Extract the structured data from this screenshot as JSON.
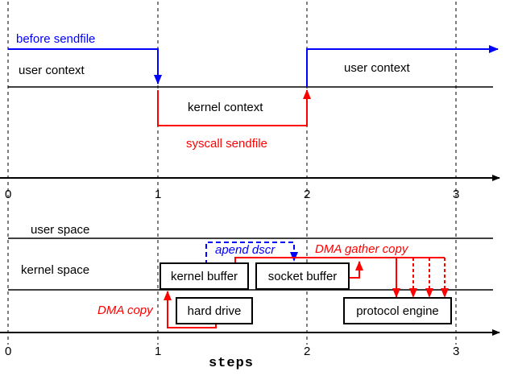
{
  "top_diagram": {
    "before_label": "before sendfile",
    "user_context_left": "user context",
    "user_context_right": "user context",
    "kernel_context": "kernel context",
    "syscall_label": "syscall sendfile"
  },
  "timeline_ticks": [
    "0",
    "1",
    "2",
    "3"
  ],
  "bottom_diagram": {
    "user_space": "user space",
    "kernel_space": "kernel space",
    "kernel_buffer": "kernel buffer",
    "socket_buffer": "socket buffer",
    "hard_drive": "hard drive",
    "protocol_engine": "protocol engine",
    "append_descr": "apend dscr",
    "dma_gather": "DMA gather copy",
    "dma_copy": "DMA copy",
    "axis_title": "steps"
  },
  "colors": {
    "blue": "#0000ff",
    "red": "#ff0000",
    "black": "#000000"
  }
}
